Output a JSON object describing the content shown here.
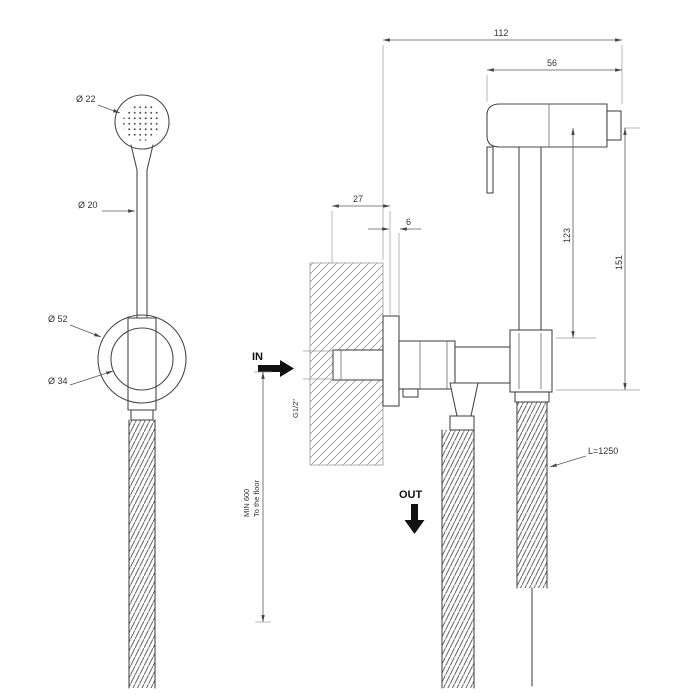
{
  "front_view": {
    "dia_head": "Ø 22",
    "dia_handle": "Ø 20",
    "dia_holder_outer": "Ø 52",
    "dia_holder_inner": "Ø 34"
  },
  "side_view": {
    "dim_total_depth": "112",
    "dim_head_length": "56",
    "dim_wall_inset": "27",
    "dim_plate_thickness": "6",
    "dim_head_to_holder": "123",
    "dim_head_to_outlet": "151",
    "thread_size": "G1/2\"",
    "min_height": "MIN 600",
    "floor_note": "To the floor",
    "hose_length": "L=1250",
    "in_label": "IN",
    "out_label": "OUT"
  }
}
